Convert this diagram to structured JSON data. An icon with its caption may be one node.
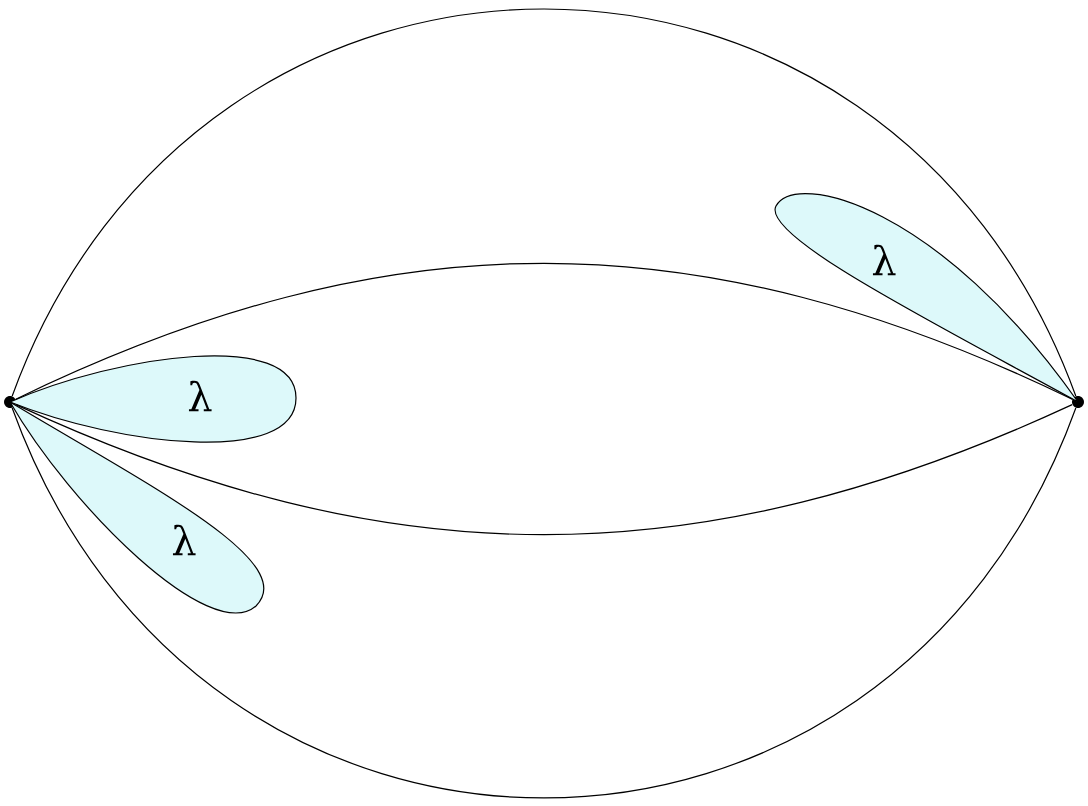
{
  "diagram": {
    "nodes": [
      {
        "text": [],
        "shape": "circle"
      },
      {
        "text": [],
        "shape": "circle"
      },
      {
        "text": [
          "λ"
        ]
      },
      {
        "text": [
          "λ"
        ]
      },
      {
        "text": [
          "λ"
        ]
      }
    ],
    "edges": [
      {
        "from": 0,
        "to": 1,
        "arrow": "none"
      },
      {
        "from": 0,
        "to": 1,
        "arrow": "none"
      },
      {
        "from": 0,
        "to": 1,
        "arrow": "none"
      },
      {
        "from": 0,
        "to": 1,
        "arrow": "none"
      }
    ]
  }
}
